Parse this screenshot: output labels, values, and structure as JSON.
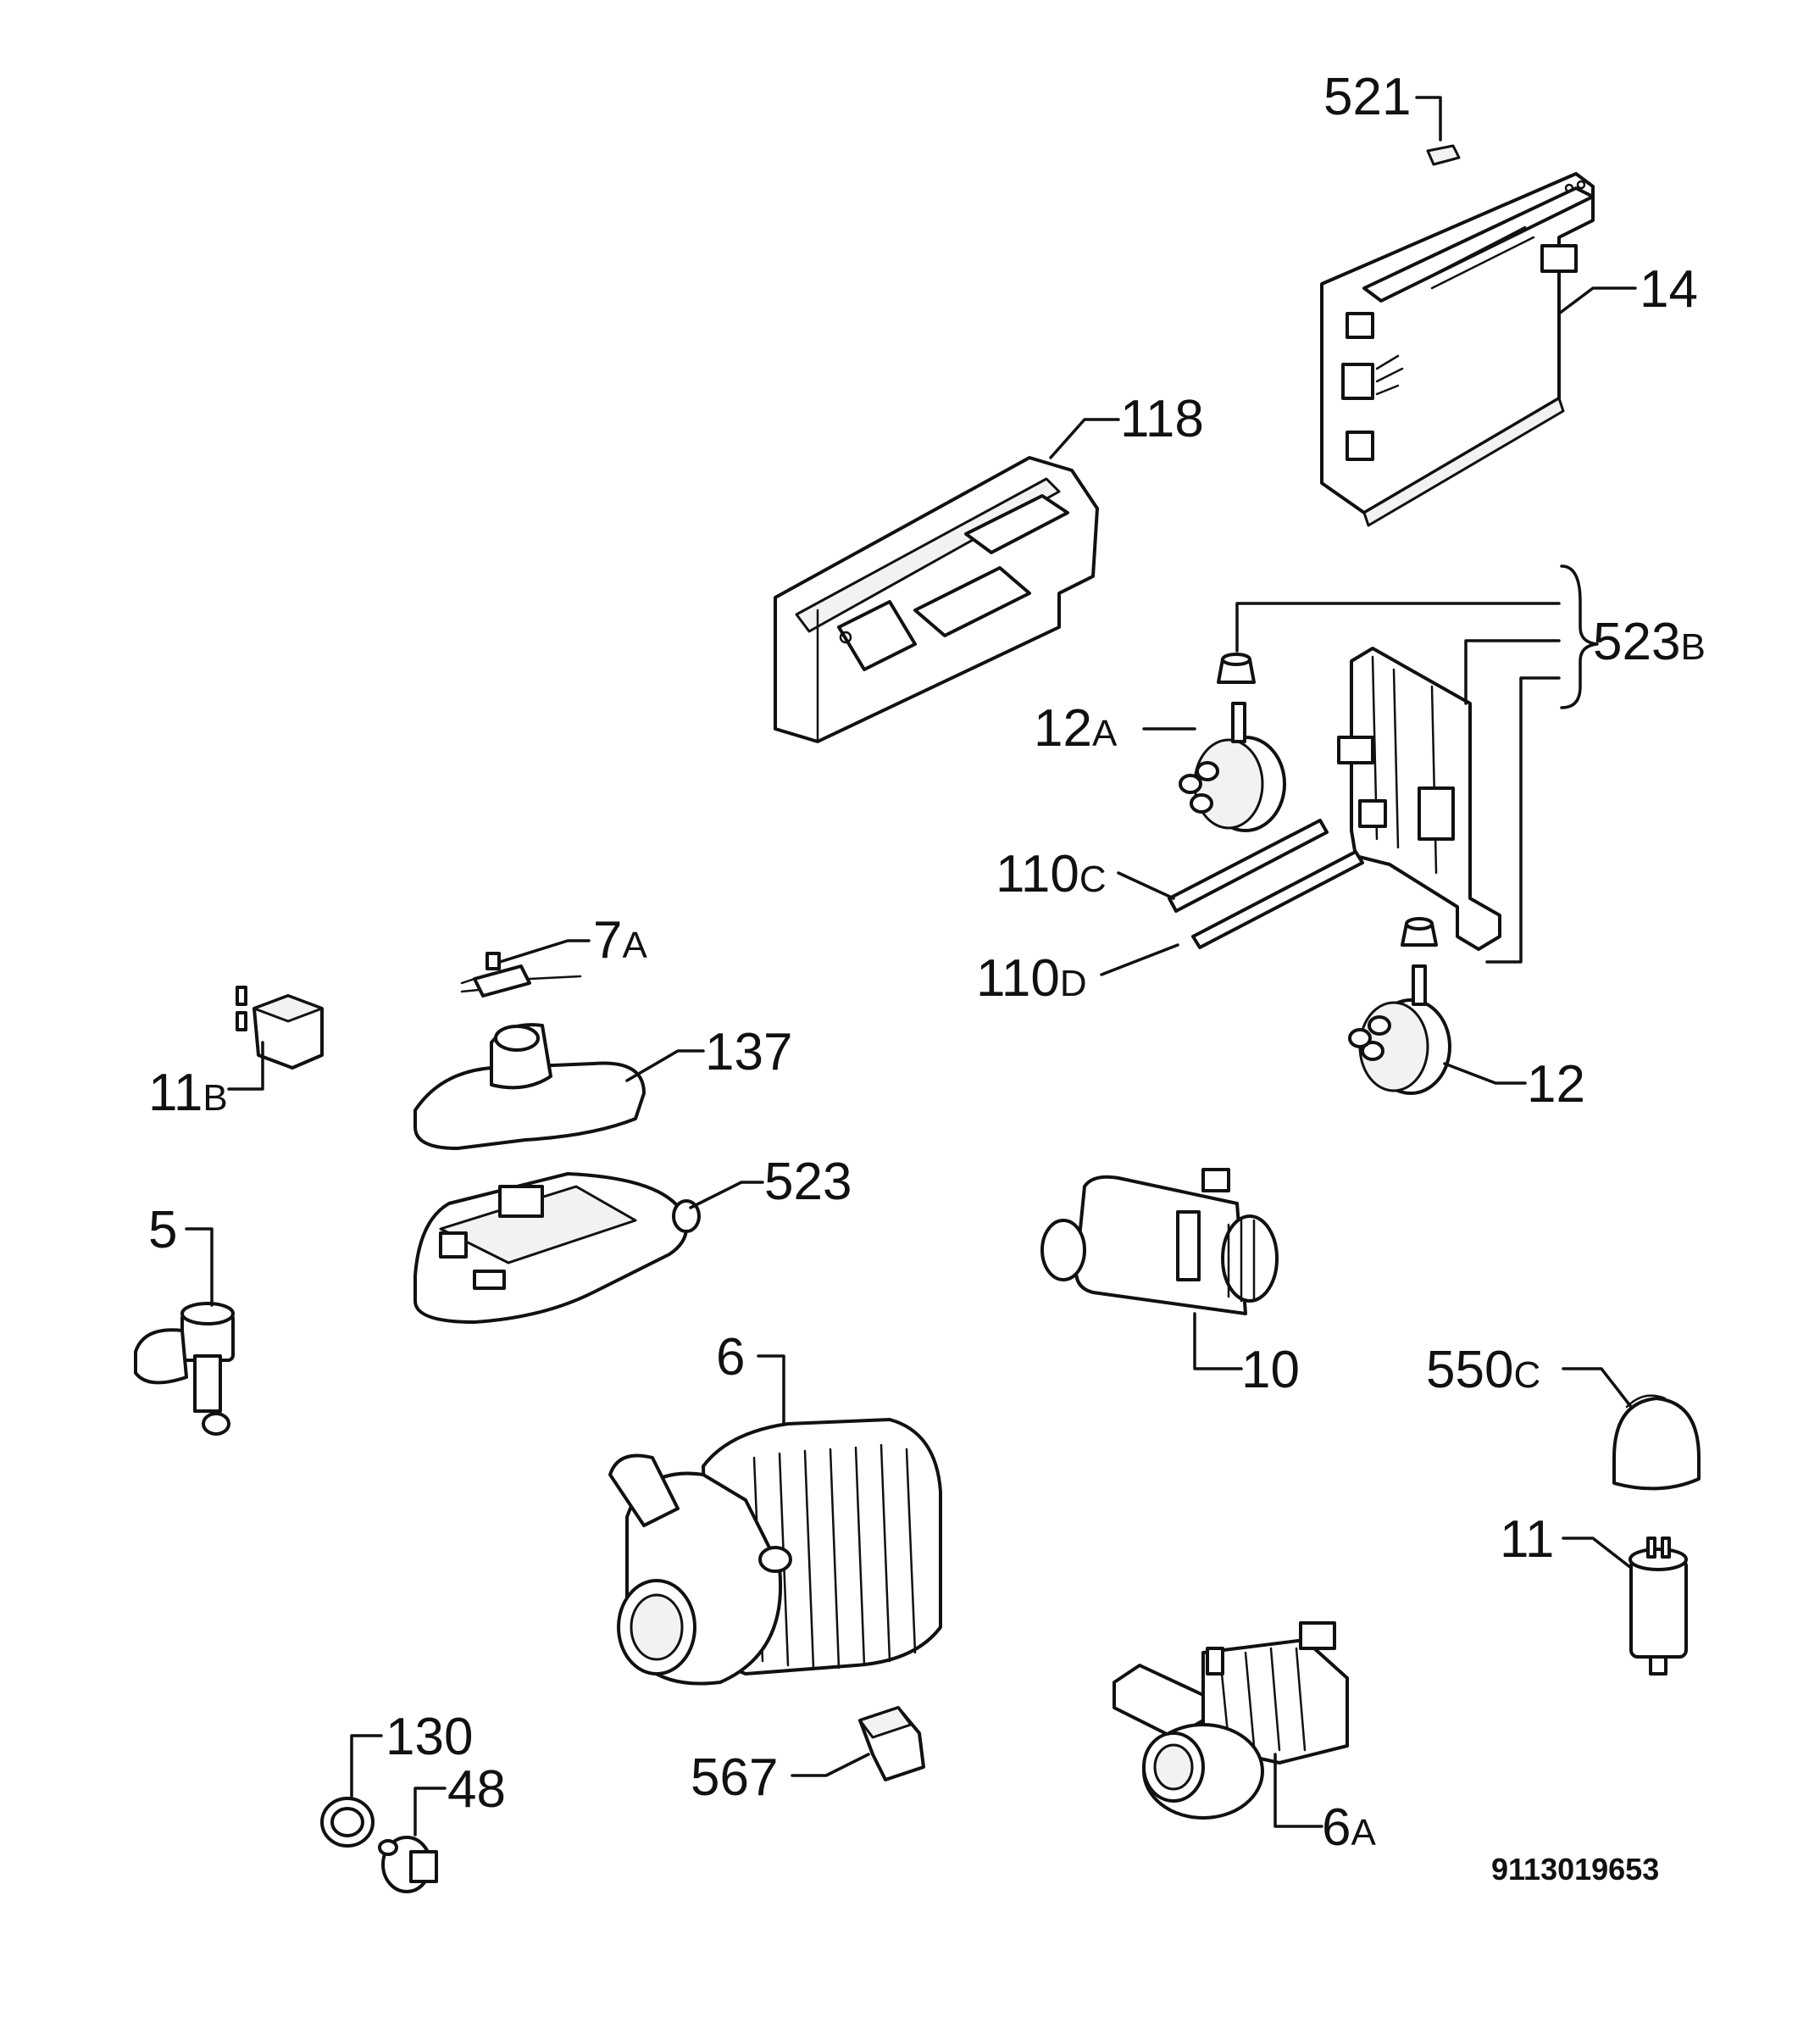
{
  "labels": [
    {
      "key": "p521",
      "main": "521",
      "suffix": ""
    },
    {
      "key": "p14",
      "main": "14",
      "suffix": ""
    },
    {
      "key": "p118",
      "main": "118",
      "suffix": ""
    },
    {
      "key": "p523b",
      "main": "523",
      "suffix": "B"
    },
    {
      "key": "p12a",
      "main": "12",
      "suffix": "A"
    },
    {
      "key": "p110c",
      "main": "110",
      "suffix": "C"
    },
    {
      "key": "p110d",
      "main": "110",
      "suffix": "D"
    },
    {
      "key": "p12",
      "main": "12",
      "suffix": ""
    },
    {
      "key": "p7a",
      "main": "7",
      "suffix": "A"
    },
    {
      "key": "p11b",
      "main": "11",
      "suffix": "B"
    },
    {
      "key": "p137",
      "main": "137",
      "suffix": ""
    },
    {
      "key": "p523",
      "main": "523",
      "suffix": ""
    },
    {
      "key": "p5",
      "main": "5",
      "suffix": ""
    },
    {
      "key": "p10",
      "main": "10",
      "suffix": ""
    },
    {
      "key": "p6",
      "main": "6",
      "suffix": ""
    },
    {
      "key": "p550c",
      "main": "550",
      "suffix": "C"
    },
    {
      "key": "p11",
      "main": "11",
      "suffix": ""
    },
    {
      "key": "p130",
      "main": "130",
      "suffix": ""
    },
    {
      "key": "p48",
      "main": "48",
      "suffix": ""
    },
    {
      "key": "p567",
      "main": "567",
      "suffix": ""
    },
    {
      "key": "p6a",
      "main": "6",
      "suffix": "A"
    }
  ],
  "document_number": "9113019653"
}
